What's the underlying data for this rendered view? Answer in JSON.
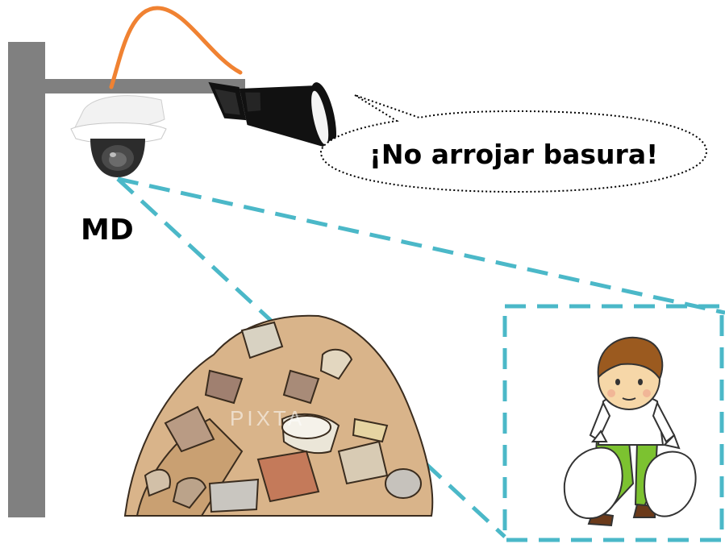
{
  "speech": {
    "text": "¡No arrojar basura!"
  },
  "camera": {
    "label": "MD"
  },
  "watermark": {
    "text": "PIXTA"
  },
  "colors": {
    "pole": "#808080",
    "cable": "#f08232",
    "dashed_line": "#4bb8c8",
    "horn": "#111111",
    "trash_base": "#d9b48a",
    "shirt": "#ffffff",
    "pants": "#7cc230",
    "hair": "#9b5a1f",
    "skin": "#f6d7a8"
  },
  "icons": [
    "pole",
    "dome-camera-icon",
    "loudspeaker-horn-icon",
    "speech-bubble",
    "garbage-pile",
    "boy-with-trash-bags"
  ]
}
